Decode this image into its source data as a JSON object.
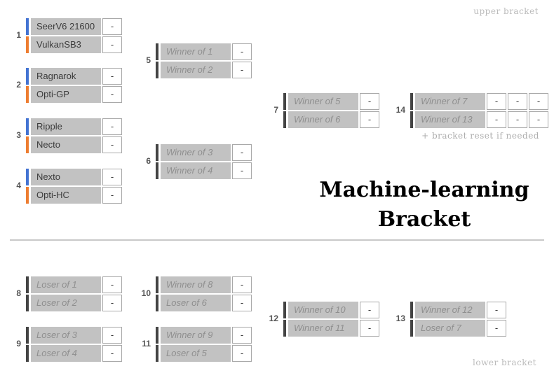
{
  "header": {
    "title_line1": "Machine-learning",
    "title_line2": "Bracket",
    "upper_bracket_label": "upper bracket",
    "lower_bracket_label": "lower bracket",
    "bracket_reset_note": "+ bracket reset if needed"
  },
  "colors": {
    "blue": "#4373D2",
    "orange": "#ED7D31",
    "dark": "#444444",
    "box_gray": "#C2C2C2",
    "score_border": "#A9A9A9",
    "pending_text": "#8F8F8F",
    "team_text": "#3B3B3B",
    "number_text": "#555555",
    "faint_label": "#BBBBBB",
    "note_text": "#ADADAD"
  },
  "matches": [
    {
      "number": "1",
      "rows": [
        {
          "label": "SeerV6 21600",
          "bar": "blue",
          "pending": false,
          "scores": [
            "-"
          ]
        },
        {
          "label": "VulkanSB3",
          "bar": "orange",
          "pending": false,
          "scores": [
            "-"
          ]
        }
      ]
    },
    {
      "number": "2",
      "rows": [
        {
          "label": "Ragnarok",
          "bar": "blue",
          "pending": false,
          "scores": [
            "-"
          ]
        },
        {
          "label": "Opti-GP",
          "bar": "orange",
          "pending": false,
          "scores": [
            "-"
          ]
        }
      ]
    },
    {
      "number": "3",
      "rows": [
        {
          "label": "Ripple",
          "bar": "blue",
          "pending": false,
          "scores": [
            "-"
          ]
        },
        {
          "label": "Necto",
          "bar": "orange",
          "pending": false,
          "scores": [
            "-"
          ]
        }
      ]
    },
    {
      "number": "4",
      "rows": [
        {
          "label": "Nexto",
          "bar": "blue",
          "pending": false,
          "scores": [
            "-"
          ]
        },
        {
          "label": "Opti-HC",
          "bar": "orange",
          "pending": false,
          "scores": [
            "-"
          ]
        }
      ]
    },
    {
      "number": "5",
      "rows": [
        {
          "label": "Winner of 1",
          "bar": "dark",
          "pending": true,
          "scores": [
            "-"
          ]
        },
        {
          "label": "Winner of 2",
          "bar": "dark",
          "pending": true,
          "scores": [
            "-"
          ]
        }
      ]
    },
    {
      "number": "6",
      "rows": [
        {
          "label": "Winner of 3",
          "bar": "dark",
          "pending": true,
          "scores": [
            "-"
          ]
        },
        {
          "label": "Winner of 4",
          "bar": "dark",
          "pending": true,
          "scores": [
            "-"
          ]
        }
      ]
    },
    {
      "number": "7",
      "rows": [
        {
          "label": "Winner of 5",
          "bar": "dark",
          "pending": true,
          "scores": [
            "-"
          ]
        },
        {
          "label": "Winner of 6",
          "bar": "dark",
          "pending": true,
          "scores": [
            "-"
          ]
        }
      ]
    },
    {
      "number": "8",
      "rows": [
        {
          "label": "Loser of 1",
          "bar": "dark",
          "pending": true,
          "scores": [
            "-"
          ]
        },
        {
          "label": "Loser of 2",
          "bar": "dark",
          "pending": true,
          "scores": [
            "-"
          ]
        }
      ]
    },
    {
      "number": "9",
      "rows": [
        {
          "label": "Loser of 3",
          "bar": "dark",
          "pending": true,
          "scores": [
            "-"
          ]
        },
        {
          "label": "Loser of 4",
          "bar": "dark",
          "pending": true,
          "scores": [
            "-"
          ]
        }
      ]
    },
    {
      "number": "10",
      "rows": [
        {
          "label": "Winner of 8",
          "bar": "dark",
          "pending": true,
          "scores": [
            "-"
          ]
        },
        {
          "label": "Loser of 6",
          "bar": "dark",
          "pending": true,
          "scores": [
            "-"
          ]
        }
      ]
    },
    {
      "number": "11",
      "rows": [
        {
          "label": "Winner of 9",
          "bar": "dark",
          "pending": true,
          "scores": [
            "-"
          ]
        },
        {
          "label": "Loser of 5",
          "bar": "dark",
          "pending": true,
          "scores": [
            "-"
          ]
        }
      ]
    },
    {
      "number": "12",
      "rows": [
        {
          "label": "Winner of 10",
          "bar": "dark",
          "pending": true,
          "scores": [
            "-"
          ]
        },
        {
          "label": "Winner of 11",
          "bar": "dark",
          "pending": true,
          "scores": [
            "-"
          ]
        }
      ]
    },
    {
      "number": "13",
      "rows": [
        {
          "label": "Winner of 12",
          "bar": "dark",
          "pending": true,
          "scores": [
            "-"
          ]
        },
        {
          "label": "Loser of 7",
          "bar": "dark",
          "pending": true,
          "scores": [
            "-"
          ]
        }
      ]
    },
    {
      "number": "14",
      "rows": [
        {
          "label": "Winner of 7",
          "bar": "dark",
          "pending": true,
          "scores": [
            "-",
            "-",
            "-"
          ]
        },
        {
          "label": "Winner of 13",
          "bar": "dark",
          "pending": true,
          "scores": [
            "-",
            "-",
            "-"
          ]
        }
      ]
    }
  ]
}
